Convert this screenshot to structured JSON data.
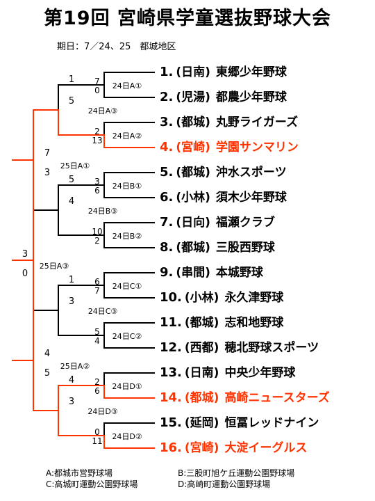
{
  "title": "第19回 宮崎県学童選抜野球大会",
  "dates": "期日：7／24、25　都城地区",
  "teams": [
    {
      "num": "1.",
      "pref": "(日南)",
      "name": "東郷少年野球",
      "winner": false
    },
    {
      "num": "2.",
      "pref": "(児湯)",
      "name": "都農少年野球",
      "winner": false
    },
    {
      "num": "3.",
      "pref": "(都城)",
      "name": "丸野ライガーズ",
      "winner": false
    },
    {
      "num": "4.",
      "pref": "(宮崎)",
      "name": "学園サンマリン",
      "winner": true
    },
    {
      "num": "5.",
      "pref": "(都城)",
      "name": "沖水スポーツ",
      "winner": false
    },
    {
      "num": "6.",
      "pref": "(小林)",
      "name": "須木少年野球",
      "winner": false
    },
    {
      "num": "7.",
      "pref": "(日向)",
      "name": "福瀬クラブ",
      "winner": false
    },
    {
      "num": "8.",
      "pref": "(都城)",
      "name": "三股西野球",
      "winner": false
    },
    {
      "num": "9.",
      "pref": "(串間)",
      "name": "本城野球",
      "winner": false
    },
    {
      "num": "10.",
      "pref": "(小林)",
      "name": "永久津野球",
      "winner": false
    },
    {
      "num": "11.",
      "pref": "(都城)",
      "name": "志和地野球",
      "winner": false
    },
    {
      "num": "12.",
      "pref": "(西都)",
      "name": "穂北野球スポーツ",
      "winner": false
    },
    {
      "num": "13.",
      "pref": "(日南)",
      "name": "中央少年野球",
      "winner": false
    },
    {
      "num": "14.",
      "pref": "(都城)",
      "name": "高崎ニュースターズ",
      "winner": true
    },
    {
      "num": "15.",
      "pref": "(延岡)",
      "name": "恒冨レッドナイン",
      "winner": false
    },
    {
      "num": "16.",
      "pref": "(宮崎)",
      "name": "大淀イーグルス",
      "winner": true
    }
  ],
  "r1": [
    {
      "label": "24日A①",
      "top": "7",
      "bottom": "0",
      "winner": "top"
    },
    {
      "label": "24日A②",
      "top": "2",
      "bottom": "13",
      "winner": "bottom"
    },
    {
      "label": "24日B①",
      "top": "3",
      "bottom": "6",
      "winner": "bottom"
    },
    {
      "label": "24日B②",
      "top": "10",
      "bottom": "2",
      "winner": "top"
    },
    {
      "label": "24日C①",
      "top": "6",
      "bottom": "7",
      "winner": "bottom"
    },
    {
      "label": "24日C②",
      "top": "5",
      "bottom": "4",
      "winner": "top"
    },
    {
      "label": "24日D①",
      "top": "2",
      "bottom": "6",
      "winner": "bottom"
    },
    {
      "label": "24日D②",
      "top": "0",
      "bottom": "11",
      "winner": "bottom"
    }
  ],
  "r2": [
    {
      "label": "24日A③",
      "top": "1",
      "bottom": "5",
      "winner": "bottom"
    },
    {
      "label": "24日B③",
      "top": "5",
      "bottom": "4",
      "winner": "top"
    },
    {
      "label": "24日C③",
      "top": "1",
      "bottom": "3",
      "winner": "bottom"
    },
    {
      "label": "24日D③",
      "top": "4",
      "bottom": "3",
      "winner": "top"
    }
  ],
  "r3": [
    {
      "label": "25日A①",
      "top": "7",
      "bottom": "3",
      "winner": "top"
    },
    {
      "label": "25日A②",
      "top": "4",
      "bottom": "5",
      "winner": "bottom"
    }
  ],
  "final": {
    "label": "25日A③",
    "top": "3",
    "bottom": "0",
    "winner": "top"
  },
  "legend": [
    "A:都城市営野球場",
    "B:三股町旭ケ丘運動公園野球場",
    "C:高城町運動公園野球場",
    "D:高崎町運動公園野球場"
  ],
  "colors": {
    "winner": "#ff3300",
    "line": "#000000"
  }
}
